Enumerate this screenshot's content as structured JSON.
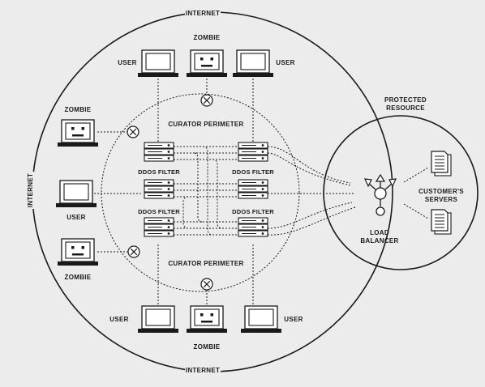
{
  "labels": {
    "internet": "INTERNET",
    "curator_perimeter": "CURATOR PERIMETER",
    "ddos_filter": "DDOS FILTER",
    "user": "USER",
    "zombie": "ZOMBIE",
    "protected_resource_line1": "PROTECTED",
    "protected_resource_line2": "RESOURCE",
    "customers_servers_line1": "CUSTOMER'S",
    "customers_servers_line2": "SERVERS",
    "load_balancer_line1": "LOAD",
    "load_balancer_line2": "BALANCER"
  },
  "colors": {
    "background": "#ececec",
    "ink": "#1a1a1a",
    "fill": "#ffffff"
  },
  "icons": [
    "laptop-icon",
    "zombie-laptop-icon",
    "server-rack-icon",
    "block-x-icon",
    "load-balancer-icon",
    "document-server-icon"
  ]
}
